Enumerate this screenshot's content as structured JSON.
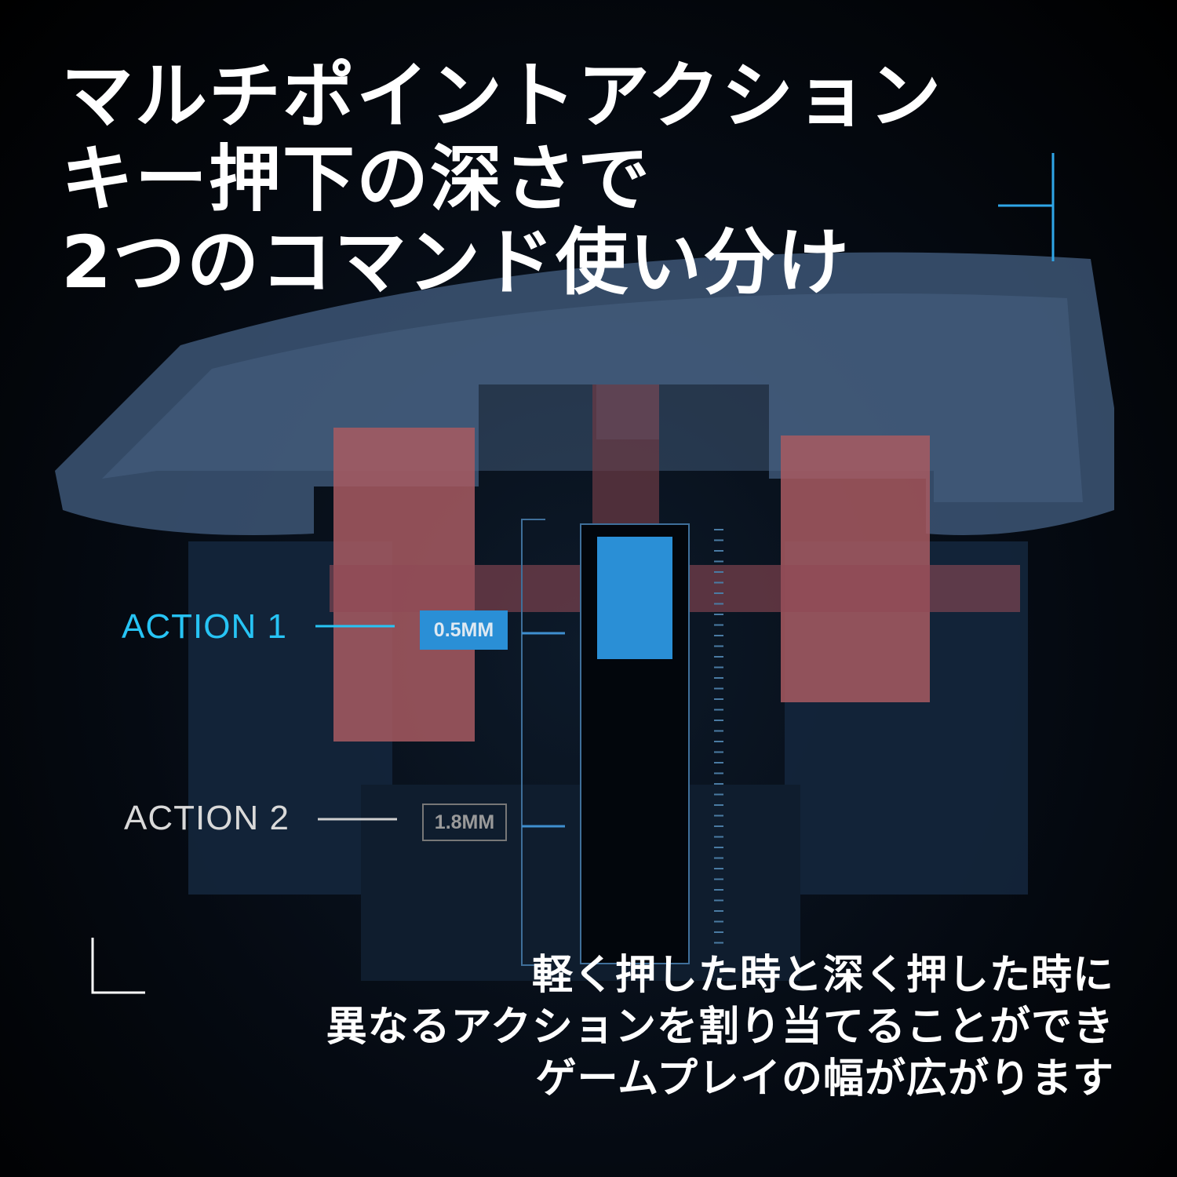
{
  "headline": {
    "lines": [
      "マルチポイントアクション",
      "キー押下の深さで",
      "2つのコマンド使い分け"
    ]
  },
  "diagram": {
    "action1": {
      "label": "ACTION 1",
      "depth": "0.5MM"
    },
    "action2": {
      "label": "ACTION 2",
      "depth": "1.8MM"
    }
  },
  "description": {
    "lines": [
      "軽く押した時と深く押した時に",
      "異なるアクションを割り当てることができ",
      "ゲームプレイの幅が広がります"
    ]
  },
  "colors": {
    "accent": "#27c4f5",
    "indicator": "#2a8fd6",
    "stem": "#a85a62"
  }
}
